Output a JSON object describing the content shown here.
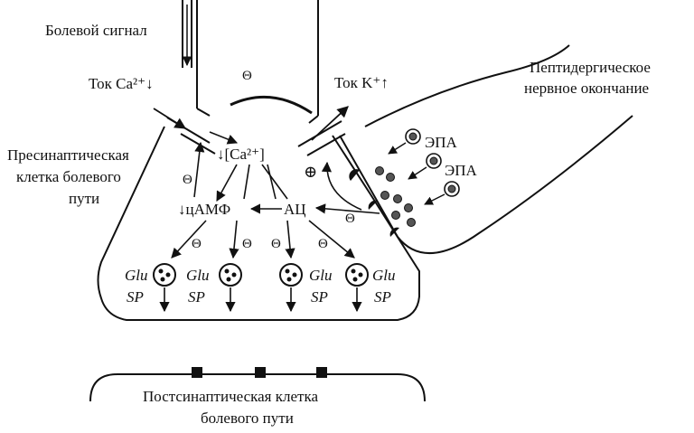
{
  "labels": {
    "pain_signal": "Болевой сигнал",
    "ca_current": "Ток Ca²⁺↓",
    "k_current": "Ток K⁺↑",
    "peptidergic_1": "Пептидергическое",
    "peptidergic_2": "нервное окончание",
    "presyn_1": "Пресинаптическая",
    "presyn_2": "клетка болевого",
    "presyn_3": "пути",
    "ca_inside": "↓[Ca²⁺]",
    "camp": "↓цАМФ",
    "ac": "АЦ",
    "epa_1": "ЭПА",
    "epa_2": "ЭПА",
    "postsyn_1": "Постсинаптическая клетка",
    "postsyn_2": "болевого пути"
  },
  "symbols": {
    "inhibit": "Θ",
    "plus": "⊕"
  },
  "vesicles": [
    {
      "label1": "Glu",
      "label2": "SP"
    },
    {
      "label1": "Glu",
      "label2": "SP"
    },
    {
      "label1": "Glu",
      "label2": "SP"
    },
    {
      "label1": "Glu",
      "label2": "SP"
    }
  ]
}
